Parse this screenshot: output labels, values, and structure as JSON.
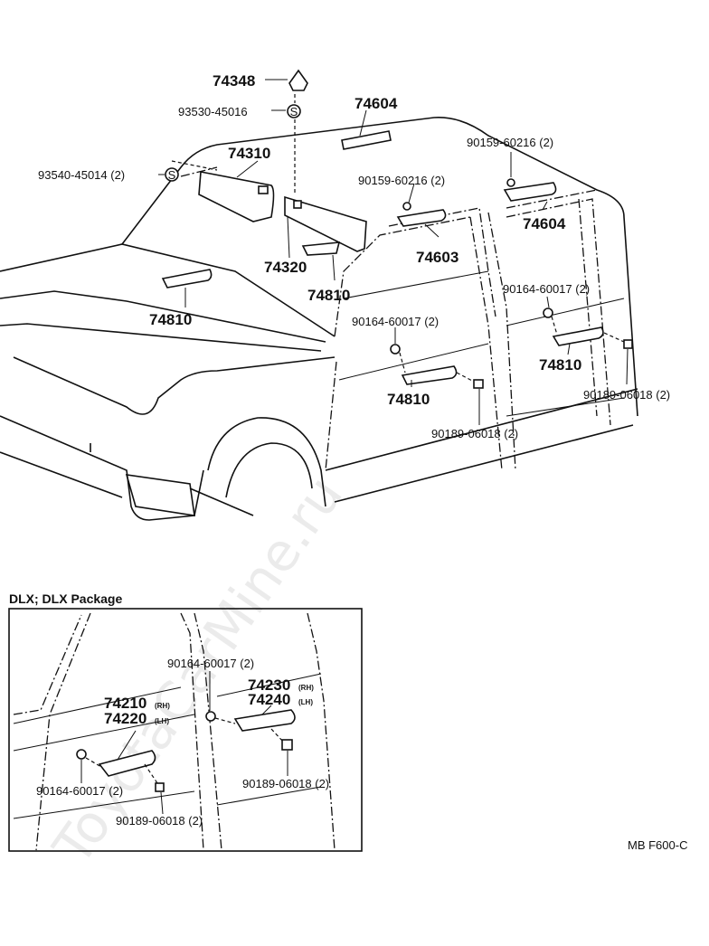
{
  "watermark": "ToyotaCarMine.ru",
  "inset_title": "DLX; DLX Package",
  "diagram_code": "MB F600-C",
  "callouts": {
    "p74348": "74348",
    "p93530": "93530-45016",
    "p74604_top": "74604",
    "p74310": "74310",
    "p93540": "93540-45014 (2)",
    "p90159_right": "90159-60216 (2)",
    "p90159_mid": "90159-60216 (2)",
    "p74604_right": "74604",
    "p74603": "74603",
    "p74320": "74320",
    "p74810_visor": "74810",
    "p74810_left": "74810",
    "p90164_right": "90164-60017 (2)",
    "p90164_mid": "90164-60017 (2)",
    "p74810_right": "74810",
    "p74810_mid": "74810",
    "p90189_right": "90189-06018 (2)",
    "p90189_mid": "90189-06018 (2)"
  },
  "inset_callouts": {
    "p90164_top": "90164-60017 (2)",
    "p74210": "74210",
    "p74210_sfx": "(RH)",
    "p74220": "74220",
    "p74220_sfx": "(LH)",
    "p74230": "74230",
    "p74230_sfx": "(RH)",
    "p74240": "74240",
    "p74240_sfx": "(LH)",
    "p90164_left": "90164-60017 (2)",
    "p90189_bottom": "90189-06018 (2)",
    "p90189_right": "90189-06018 (2)"
  },
  "icons": {
    "s_mark": "S",
    "s_mark_2": "S"
  }
}
